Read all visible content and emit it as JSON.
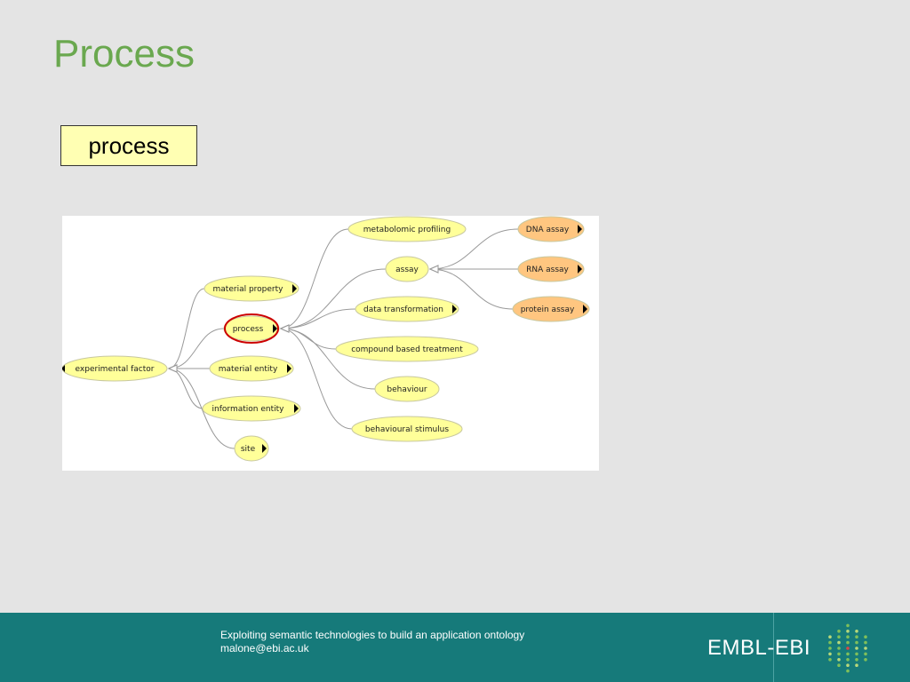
{
  "slide": {
    "title": "Process",
    "term_box": "process"
  },
  "diagram": {
    "nodes": [
      {
        "id": "metabolomic_profiling",
        "label": "metabolomic profiling",
        "color": "#ffff99",
        "arrow": false
      },
      {
        "id": "dna_assay",
        "label": "DNA assay",
        "color": "#ffc680",
        "arrow": true
      },
      {
        "id": "assay",
        "label": "assay",
        "color": "#ffff99",
        "arrow": false
      },
      {
        "id": "rna_assay",
        "label": "RNA assay",
        "color": "#ffc680",
        "arrow": true
      },
      {
        "id": "material_property",
        "label": "material property",
        "color": "#ffff99",
        "arrow": true
      },
      {
        "id": "data_transformation",
        "label": "data transformation",
        "color": "#ffff99",
        "arrow": true
      },
      {
        "id": "protein_assay",
        "label": "protein assay",
        "color": "#ffc680",
        "arrow": true
      },
      {
        "id": "process",
        "label": "process",
        "color": "#ffff99",
        "arrow": true,
        "selected": true
      },
      {
        "id": "compound_based_treatment",
        "label": "compound based treatment",
        "color": "#ffff99",
        "arrow": false
      },
      {
        "id": "experimental_factor",
        "label": "experimental factor",
        "color": "#ffff99",
        "arrow": false
      },
      {
        "id": "material_entity",
        "label": "material entity",
        "color": "#ffff99",
        "arrow": true
      },
      {
        "id": "behaviour",
        "label": "behaviour",
        "color": "#ffff99",
        "arrow": false
      },
      {
        "id": "information_entity",
        "label": "information entity",
        "color": "#ffff99",
        "arrow": true
      },
      {
        "id": "behavioural_stimulus",
        "label": "behavioural stimulus",
        "color": "#ffff99",
        "arrow": false
      },
      {
        "id": "site",
        "label": "site",
        "color": "#ffff99",
        "arrow": true
      }
    ],
    "edges": [
      {
        "from": "material_property",
        "to": "experimental_factor"
      },
      {
        "from": "process",
        "to": "experimental_factor"
      },
      {
        "from": "material_entity",
        "to": "experimental_factor"
      },
      {
        "from": "information_entity",
        "to": "experimental_factor"
      },
      {
        "from": "site",
        "to": "experimental_factor"
      },
      {
        "from": "metabolomic_profiling",
        "to": "process"
      },
      {
        "from": "assay",
        "to": "process"
      },
      {
        "from": "data_transformation",
        "to": "process"
      },
      {
        "from": "compound_based_treatment",
        "to": "process"
      },
      {
        "from": "behaviour",
        "to": "process"
      },
      {
        "from": "behavioural_stimulus",
        "to": "process"
      },
      {
        "from": "dna_assay",
        "to": "assay"
      },
      {
        "from": "rna_assay",
        "to": "assay"
      },
      {
        "from": "protein_assay",
        "to": "assay"
      }
    ],
    "selected_color": "#cc0000",
    "edge_color": "#999999"
  },
  "footer": {
    "line1": "Exploiting semantic technologies to build an application ontology",
    "line2": "malone@ebi.ac.uk",
    "logo_text": "EMBL-EBI"
  }
}
